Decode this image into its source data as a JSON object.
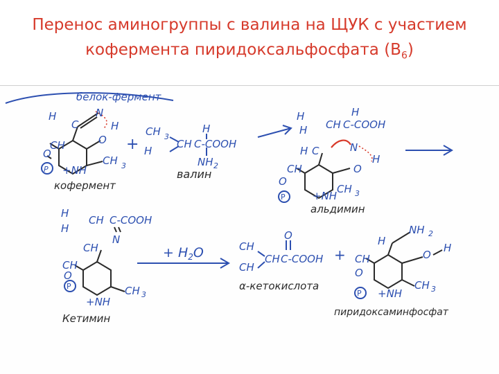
{
  "title": {
    "line1": "Перенос аминогруппы с валина на ЩУК с участием",
    "line2_main": "кофермента пиридоксальфосфата  (В",
    "line2_sub": "6",
    "line2_end": ")"
  },
  "labels": {
    "enzyme": "белок-фермент",
    "coenzyme": "кофермент",
    "valine": "валин",
    "aldimine": "альдимин",
    "ketimine": "Кетимин",
    "ketoacid": "α-кетокислота",
    "pyridoxamine": "пиридоксаминфосфат"
  },
  "chem": {
    "H": "H",
    "C": "C",
    "N": "N",
    "O": "O",
    "P": "P",
    "NH": "+NH",
    "CH": "CH",
    "CH2": "CH",
    "CH3": "CH",
    "sub2": "2",
    "sub3": "3",
    "H3C": "H",
    "COOH": "C-COOH",
    "NH2": "NH",
    "plus": "+",
    "water": "+ H",
    "water_O": "O"
  },
  "colors": {
    "title": "#d63a2b",
    "ink": "#2c4fb0",
    "black": "#2a2a2a",
    "red": "#d83a2a"
  }
}
